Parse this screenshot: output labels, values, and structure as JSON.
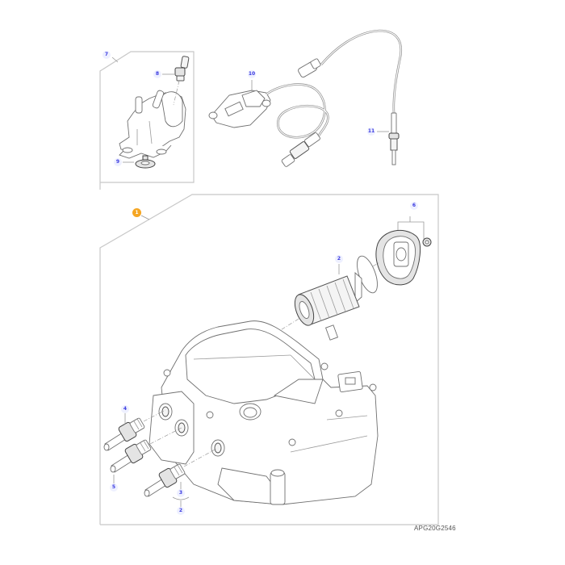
{
  "diagram": {
    "type": "exploded-parts-view",
    "drawing_code": "APG20G2546",
    "accent_colors": {
      "main_callout": "#f5a623",
      "item_callout_text": "#3a3ae0",
      "item_callout_bg": "#eef0ff",
      "frame_line": "#c8c8c8"
    },
    "groups": [
      {
        "id": "group-7",
        "label": "7",
        "contains": [
          "8",
          "9"
        ]
      },
      {
        "id": "group-1",
        "label": "1",
        "highlighted": true,
        "contains": [
          "2",
          "3",
          "4",
          "5",
          "6"
        ]
      }
    ],
    "callouts": [
      {
        "label": "1",
        "part": "pump module assembly (highlighted)"
      },
      {
        "label": "2",
        "part": "filter element"
      },
      {
        "label": "3",
        "part": "connector fitting"
      },
      {
        "label": "2",
        "part": "seal (under fitting 3)"
      },
      {
        "label": "4",
        "part": "connector fitting"
      },
      {
        "label": "5",
        "part": "connector fitting"
      },
      {
        "label": "6",
        "part": "filter cap with screw"
      },
      {
        "label": "7",
        "part": "heater/valve assembly group"
      },
      {
        "label": "8",
        "part": "sensor fitting"
      },
      {
        "label": "9",
        "part": "gasket/base seal"
      },
      {
        "label": "10",
        "part": "NOx sensor with harness"
      },
      {
        "label": "11",
        "part": "temperature probe with cable"
      }
    ]
  },
  "labels": {
    "c1": "1",
    "c2_filter": "2",
    "c2_seal": "2",
    "c3": "3",
    "c4": "4",
    "c5": "5",
    "c6": "6",
    "c7": "7",
    "c8": "8",
    "c9": "9",
    "c10": "10",
    "c11": "11",
    "drawing_code": "APG20G2546"
  }
}
